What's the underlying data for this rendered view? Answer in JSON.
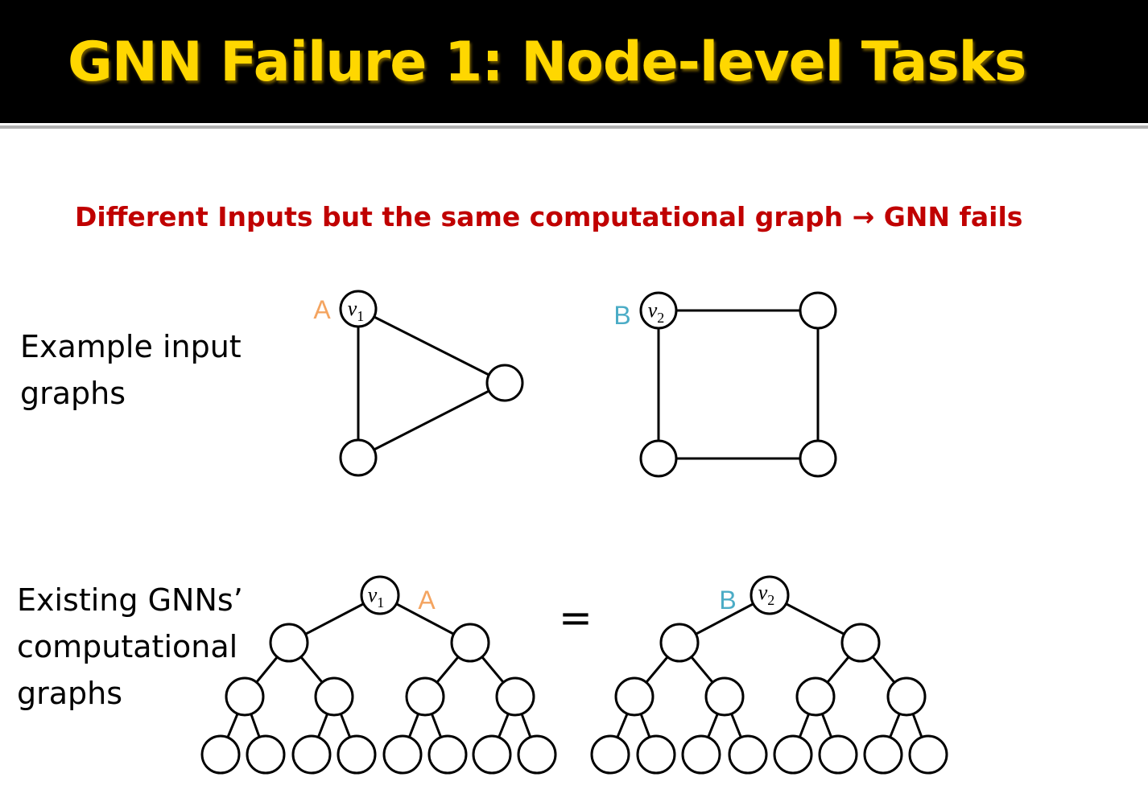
{
  "title": "GNN Failure 1: Node-level Tasks",
  "subtitle": "Different Inputs but the same computational graph → GNN fails",
  "input_label": [
    "Example input",
    "graphs"
  ],
  "comp_label": [
    "Existing GNNs’",
    "computational",
    "graphs"
  ],
  "node_a": {
    "letter": "A",
    "var": "v",
    "sub": "1",
    "color": "#f4a460"
  },
  "node_b": {
    "letter": "B",
    "var": "v",
    "sub": "2",
    "color": "#4bacc6"
  },
  "equals_sign": "=",
  "continuation": "..."
}
